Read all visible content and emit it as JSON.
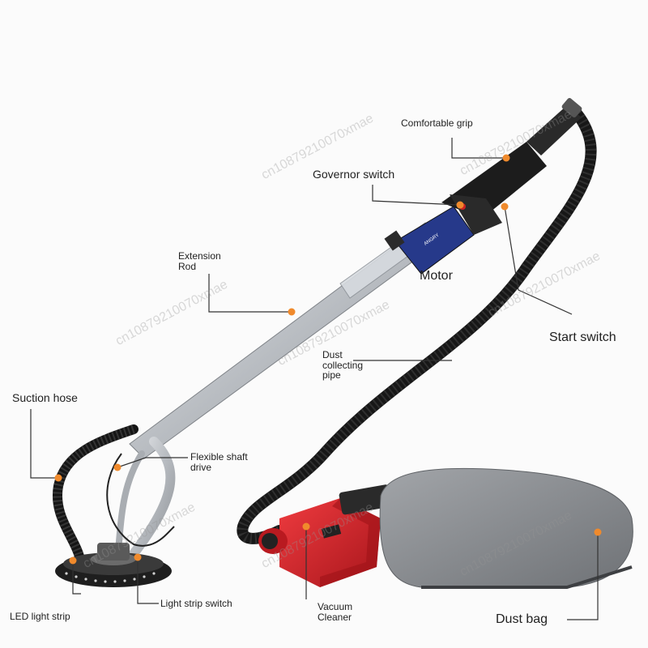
{
  "labels": {
    "comfortable_grip": "Comfortable grip",
    "governor_switch": "Governor switch",
    "extension_rod": "Extension\nRod",
    "motor": "Motor",
    "start_switch": "Start switch",
    "dust_collecting_pipe": "Dust\ncollecting\npipe",
    "suction_hose": "Suction hose",
    "flexible_shaft_drive": "Flexible shaft\ndrive",
    "led_light_strip": "LED light strip",
    "light_strip_switch": "Light strip switch",
    "vacuum_cleaner": "Vacuum\nCleaner",
    "dust_bag": "Dust bag"
  },
  "watermark": "cn10879210070xmae",
  "colors": {
    "marker": "#f08a2c",
    "rod": "#c9ccd0",
    "hose": "#1a1a1a",
    "motor_blue": "#2a3f8f",
    "vacuum_red": "#d8232a",
    "bag_gray": "#8c8f93"
  }
}
